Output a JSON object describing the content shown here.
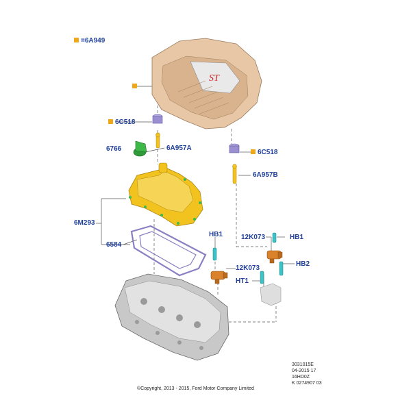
{
  "diagram": {
    "legend": {
      "marker_color": "#f0a818",
      "text": "=6A949"
    },
    "callouts": {
      "engine_cover": "",
      "oil_cap_seal_top": "6C518",
      "oil_filler_cap": "6766",
      "pcv_tube_a": "6A957A",
      "seal_right": "6C518",
      "pcv_tube_b": "6A957B",
      "valve_cover": "6M293",
      "gasket": "6584",
      "hb1_left": "HB1",
      "solenoid_right": "12K073",
      "hb1_right": "HB1",
      "solenoid_left": "12K073",
      "hb2": "HB2",
      "ht1": "HT1"
    },
    "info_block": [
      "3031015E",
      "04-2015 17",
      "16HD0Z",
      "K 0274907 03"
    ],
    "copyright": "©Copyright, 2013 - 2015, Ford Motor Company Limited",
    "colors": {
      "label": "#1f3f9a",
      "cover": "#e8c7a6",
      "valve_cover": "#f2c21e",
      "oil_cap": "#3fb84a",
      "solenoid": "#d9822b",
      "connector": "#3cc3c7",
      "seal": "#9b8fd1",
      "gasket": "#8a7fc2",
      "engine": "#c8c8c8"
    }
  }
}
